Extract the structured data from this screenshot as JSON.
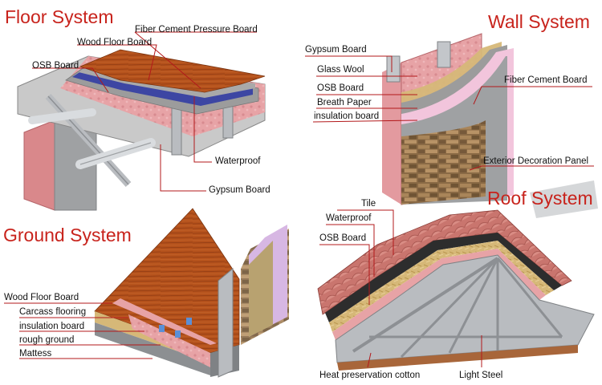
{
  "colors": {
    "title_red": "#c8231c",
    "leader_line": "#b3191b",
    "wood": "#b5521c",
    "pink_wool": "#e7a3a6",
    "gray_board": "#9c9c9c",
    "blue_waterproof": "#3d46a3",
    "osb_tan": "#d6b878",
    "steel": "#b9bcc0",
    "stone": "#8a6a45",
    "roof_tile": "#c9756e",
    "purple_board": "#d7b7e3"
  },
  "sections": {
    "floor": {
      "title": "Floor System",
      "labels": [
        "Fiber Cement Pressure Board",
        "Wood Floor Board",
        "OSB Board",
        "Waterproof",
        "Gypsum Board"
      ]
    },
    "wall": {
      "title": "Wall System",
      "labels": [
        "Gypsum Board",
        "Glass Wool",
        "OSB Board",
        "Breath Paper",
        "insulation board",
        "Fiber Cement Board",
        "Exterior Decoration Panel"
      ]
    },
    "ground": {
      "title": "Ground System",
      "labels": [
        "Wood Floor Board",
        "Carcass flooring",
        "insulation board",
        "rough ground",
        "Mattess"
      ]
    },
    "roof": {
      "title": "Roof System",
      "labels": [
        "Tile",
        "Waterproof",
        "OSB Board",
        "Heat preservation cotton",
        "Light Steel"
      ]
    }
  }
}
